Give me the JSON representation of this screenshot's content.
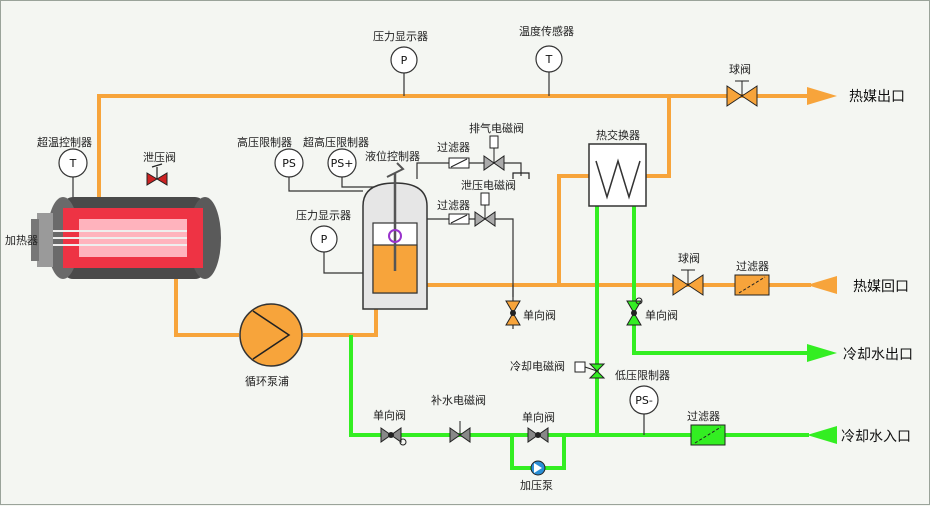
{
  "colors": {
    "hot_oil": "#f7a43b",
    "cooling_water": "#33ee22",
    "heater_core": "#e8334a"
  },
  "labels": {
    "pressure_display_top": "压力显示器",
    "temp_sensor": "温度传感器",
    "ball_valve_top": "球阀",
    "oil_outlet": "热媒出口",
    "overtemp_ctrl": "超温控制器",
    "relief_valve": "泄压阀",
    "heater": "加热器",
    "high_pressure_limit": "高压限制器",
    "ultra_high_pressure_limit": "超高压限制器",
    "level_ctrl": "液位控制器",
    "filter_vent": "过滤器",
    "vent_solenoid": "排气电磁阀",
    "relief_solenoid": "泄压电磁阀",
    "filter_relief": "过滤器",
    "pressure_display_tank": "压力显示器",
    "heat_exchanger": "热交换器",
    "ball_valve_return": "球阀",
    "filter_return": "过滤器",
    "oil_return": "热媒回口",
    "check_valve_tank": "单向阀",
    "check_valve_hx": "单向阀",
    "cw_outlet": "冷却水出口",
    "circ_pump": "循环泵浦",
    "cooling_solenoid": "冷却电磁阀",
    "low_pressure_limit": "低压限制器",
    "check_valve_left": "单向阀",
    "makeup_solenoid": "补水电磁阀",
    "check_valve_mid": "单向阀",
    "filter_inlet": "过滤器",
    "cw_inlet": "冷却水入口",
    "booster_pump": "加压泵"
  },
  "gauges": {
    "p_top": "P",
    "t_top": "T",
    "t_heater": "T",
    "ps": "PS",
    "ps_plus": "PS+",
    "p_tank": "P",
    "ps_minus": "PS-"
  }
}
